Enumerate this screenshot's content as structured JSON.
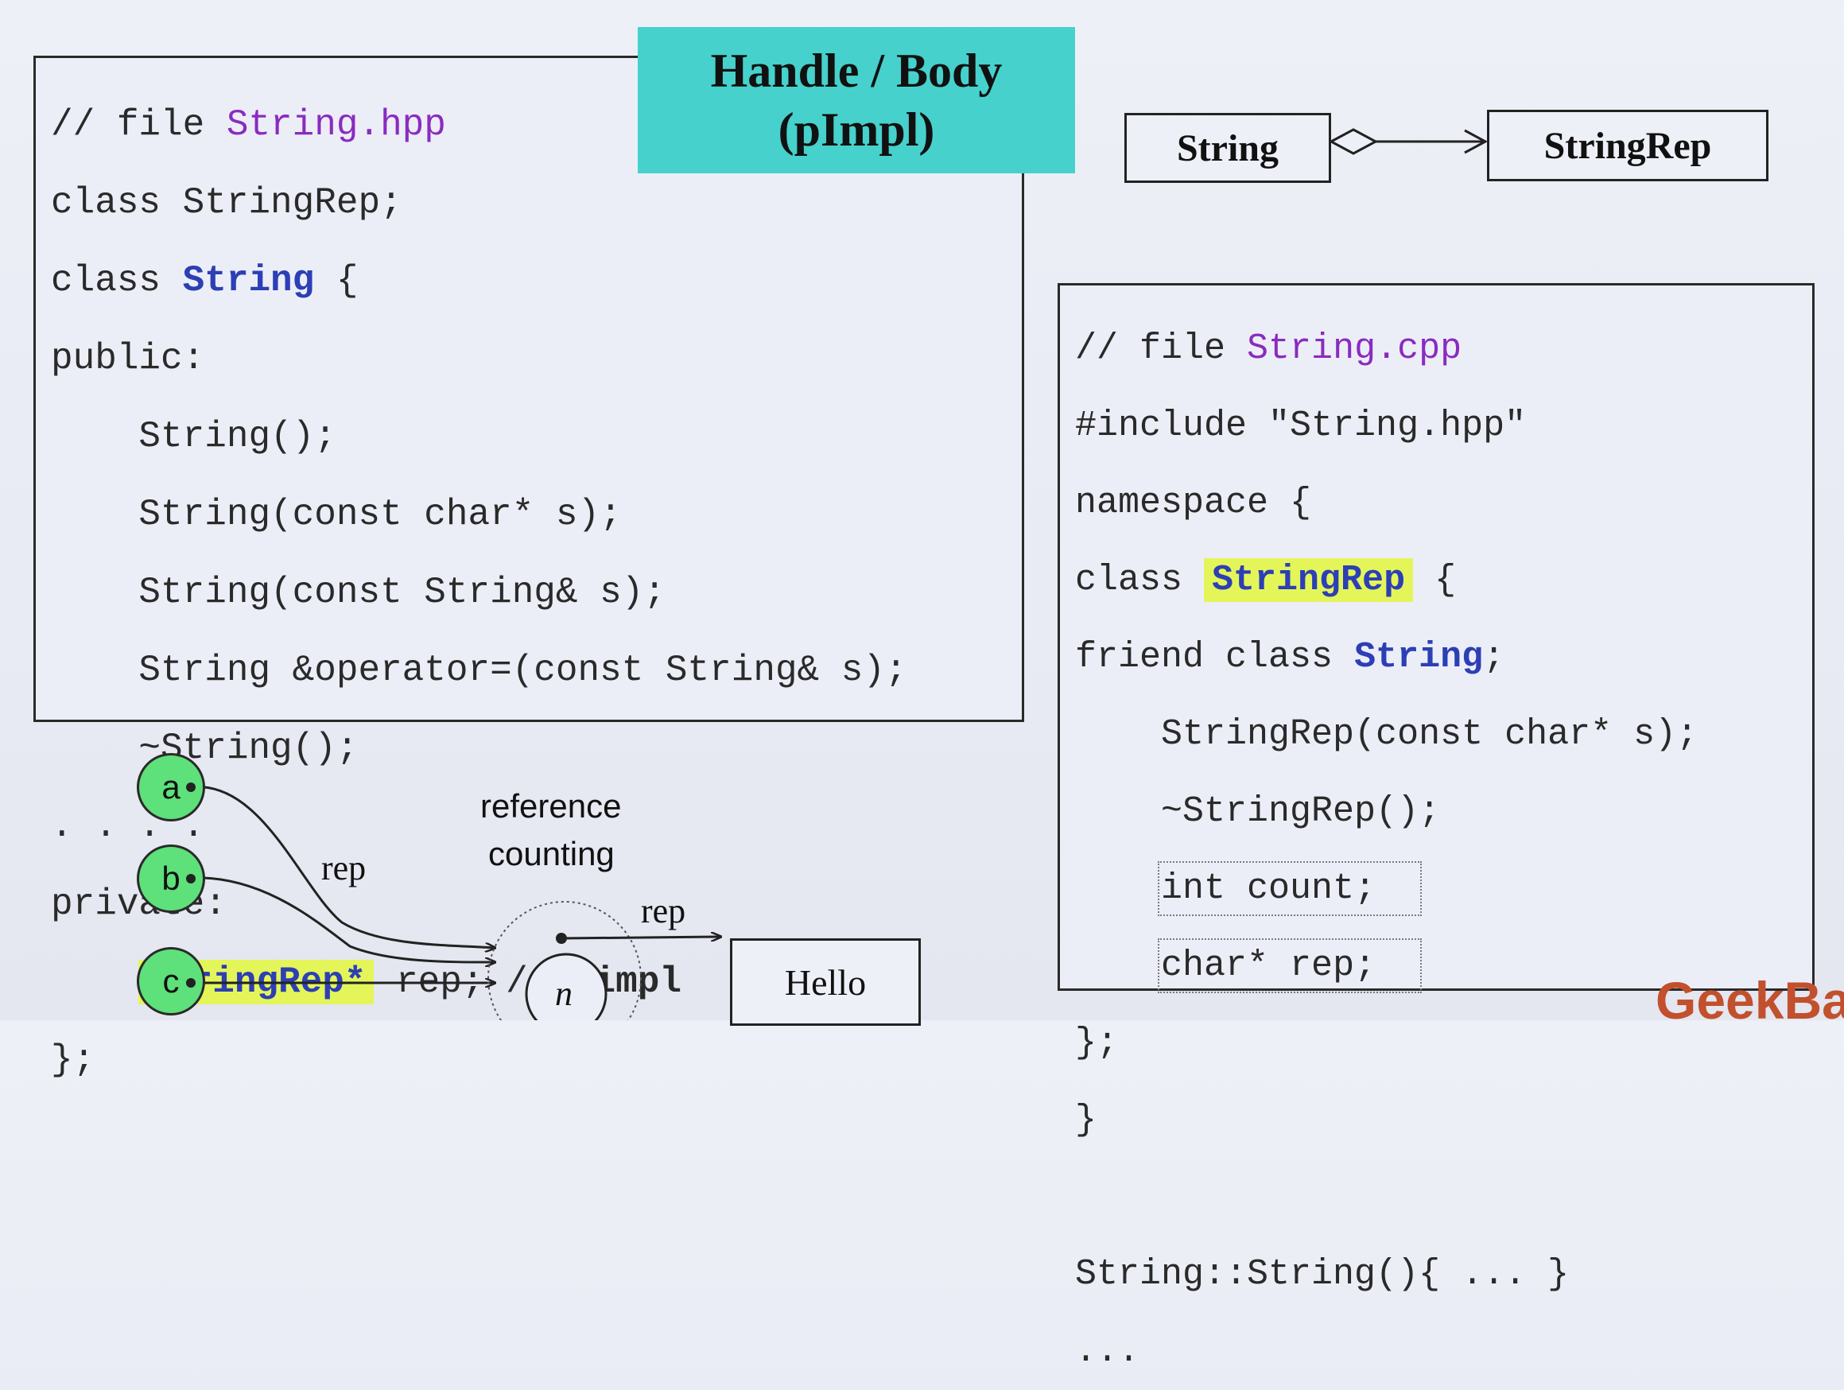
{
  "title": {
    "line1": "Handle / Body",
    "line2": "(pImpl)"
  },
  "uml": {
    "left": "String",
    "right": "StringRep"
  },
  "header_code": {
    "comment_prefix": "// file ",
    "filename": "String.hpp",
    "l2": "class StringRep;",
    "l3_kw": "class ",
    "l3_name": "String",
    "l3_end": " {",
    "l4": "public:",
    "l5": "    String();",
    "l6": "    String(const char* s);",
    "l7": "    String(const String& s);",
    "l8": "    String &operator=(const String& s);",
    "l9": "    ~String();",
    "l10": ". . . .",
    "l11": "private:",
    "l12_indent": "    ",
    "l12_type": "StringRep*",
    "l12_mid": " rep; // ",
    "l12_bold": "pimpl",
    "l13": "};"
  },
  "source_code": {
    "comment_prefix": "// file ",
    "filename": "String.cpp",
    "l2": "#include \"String.hpp\"",
    "l3": "namespace {",
    "l4_kw": "class ",
    "l4_name": "StringRep",
    "l4_end": " {",
    "l5_kw": "friend class ",
    "l5_name": "String",
    "l5_end": ";",
    "l6": "    StringRep(const char* s);",
    "l7": "    ~StringRep();",
    "l8": "int count;",
    "l9": "char* rep;",
    "l10": "};",
    "l11": "}",
    "l13": "String::String(){ ... }",
    "l14": "..."
  },
  "refcount": {
    "nodes": [
      "a",
      "b",
      "c"
    ],
    "rep_label_left": "rep",
    "rep_label_right": "rep",
    "caption_line1": "reference",
    "caption_line2": "counting",
    "counter": "n",
    "body_text": "Hello"
  },
  "logo": "GeekBa"
}
